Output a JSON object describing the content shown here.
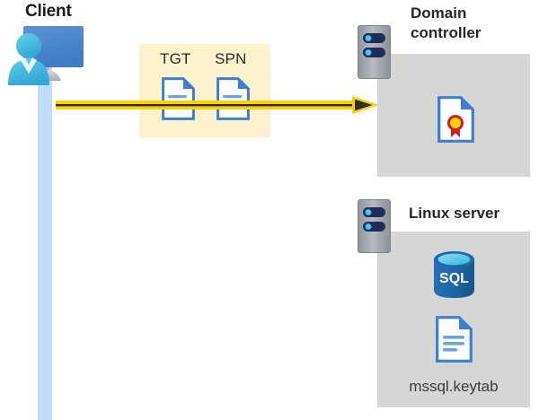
{
  "diagram": {
    "title": "Kerberos authentication flow: client to domain controller and Linux server",
    "background": "#ffffff",
    "colors": {
      "highlight_box": "#fcf2cc",
      "panel_gray": "#d6d6d6",
      "lifeline_blue": "#c3dcfa",
      "arrow_yellow": "#ffd100",
      "arrow_stroke": "#2b2b2b",
      "doc_blue": "#3e7fd1",
      "sql_blue": "#1f68ad",
      "server_gray": "#9ea2a8",
      "server_navy": "#1f2d5c",
      "seal_red": "#c8202a",
      "seal_yellow": "#ffd000",
      "text_dark": "#262626"
    }
  },
  "client": {
    "label": "Client",
    "icon": "user-workstation-icon",
    "lifeline": "client-lifeline"
  },
  "tokens": {
    "box_name": "token-highlight-box",
    "items": [
      {
        "label": "TGT",
        "icon": "document-icon"
      },
      {
        "label": "SPN",
        "icon": "document-icon"
      }
    ]
  },
  "flow": {
    "arrow_name": "client-to-domain-controller-arrow",
    "direction": "left-to-right"
  },
  "domain_controller": {
    "title": "Domain controller",
    "title_lines": [
      "Domain",
      "controller"
    ],
    "server_icon": "server-icon",
    "contents": [
      {
        "icon": "certificate-icon",
        "label": ""
      }
    ]
  },
  "linux_server": {
    "title": "Linux server",
    "server_icon": "server-icon",
    "contents": [
      {
        "icon": "sql-database-icon",
        "label": "SQL"
      },
      {
        "icon": "document-icon",
        "label": "mssql.keytab"
      }
    ],
    "sql_badge_text": "SQL",
    "keytab_label": "mssql.keytab"
  }
}
